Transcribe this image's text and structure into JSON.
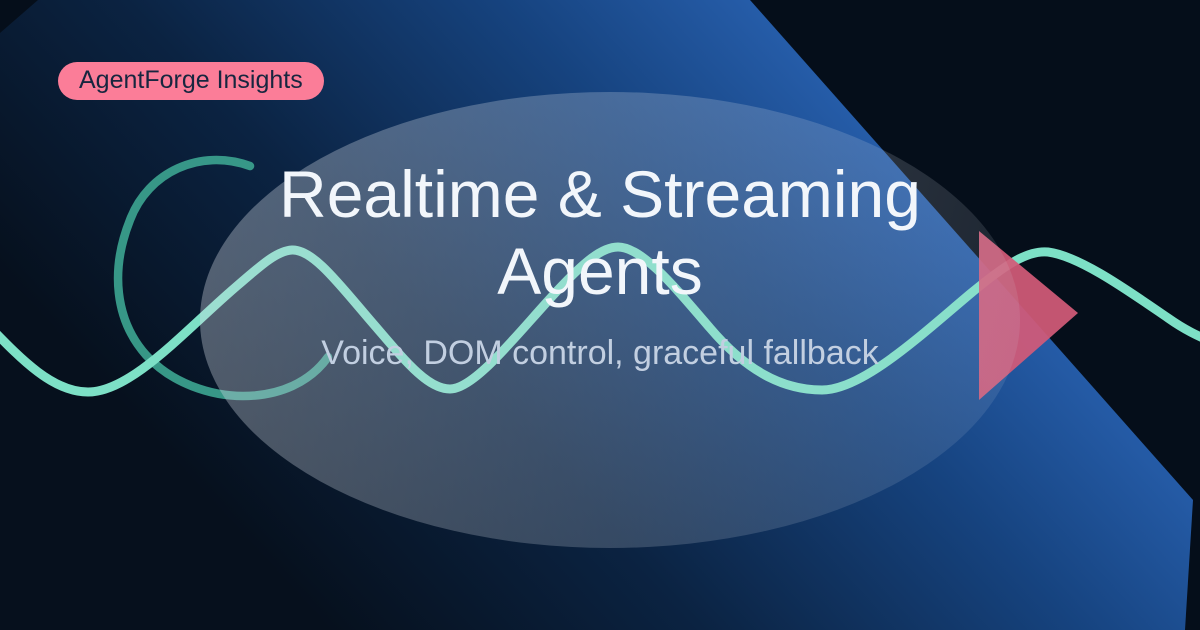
{
  "badge": {
    "label": "AgentForge Insights"
  },
  "hero": {
    "title": "Realtime & Streaming Agents",
    "subtitle": "Voice, DOM control, graceful fallback"
  },
  "colors": {
    "base_bg": "#050e1a",
    "band_bright": "#2c67ba",
    "band_mid": "#16437f",
    "band_dim": "#0b2342",
    "band_dark": "#06101d",
    "ellipse_tint": "#d3dae4",
    "wave_bright": "#7de0c6",
    "wave_muted": "#3a9e8c",
    "triangle_pink": "#d25a78",
    "badge_bg": "#fb7d98",
    "badge_text": "#17263f",
    "title_text": "#f2f6fb",
    "subtitle_text": "#c2cfe1"
  }
}
